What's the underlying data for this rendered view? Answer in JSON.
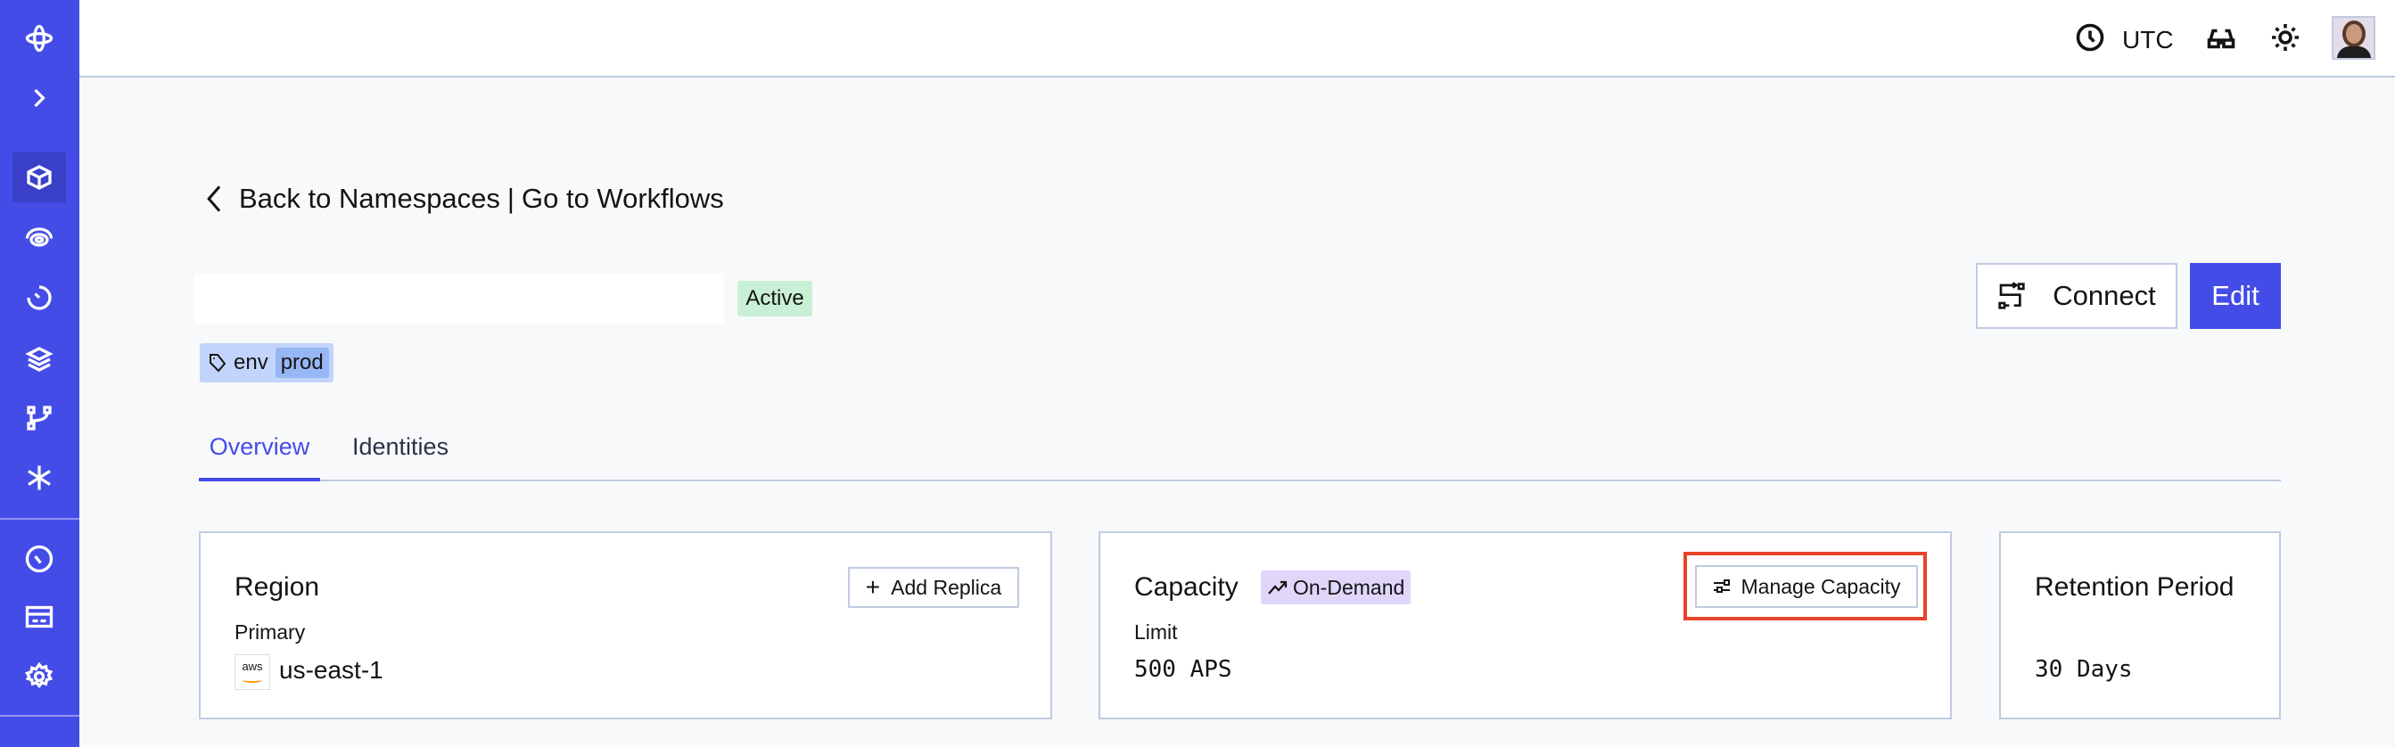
{
  "sidebar": {
    "items": [
      "logo-icon",
      "expand-icon",
      "namespaces-icon",
      "nexus-icon",
      "workflows-icon",
      "layers-icon",
      "branch-icon",
      "asterisk-icon",
      "usage-icon",
      "billing-icon",
      "settings-icon"
    ],
    "active": "namespaces-icon",
    "accent": "#444ce7"
  },
  "header": {
    "timezone": "UTC"
  },
  "nav": {
    "back": "Back to Namespaces",
    "separator": "|",
    "workflows": "Go to Workflows"
  },
  "namespace": {
    "status": "Active",
    "tag_key": "env",
    "tag_value": "prod"
  },
  "actions": {
    "connect": "Connect",
    "edit": "Edit"
  },
  "tabs": [
    {
      "label": "Overview",
      "active": true
    },
    {
      "label": "Identities",
      "active": false
    }
  ],
  "region": {
    "title": "Region",
    "add_replica": "Add Replica",
    "primary_label": "Primary",
    "provider_logo": "aws",
    "region": "us-east-1"
  },
  "capacity": {
    "title": "Capacity",
    "mode": "On-Demand",
    "manage": "Manage Capacity",
    "limit_label": "Limit",
    "limit": "500 APS"
  },
  "retention": {
    "title": "Retention Period",
    "value": "30 Days"
  }
}
